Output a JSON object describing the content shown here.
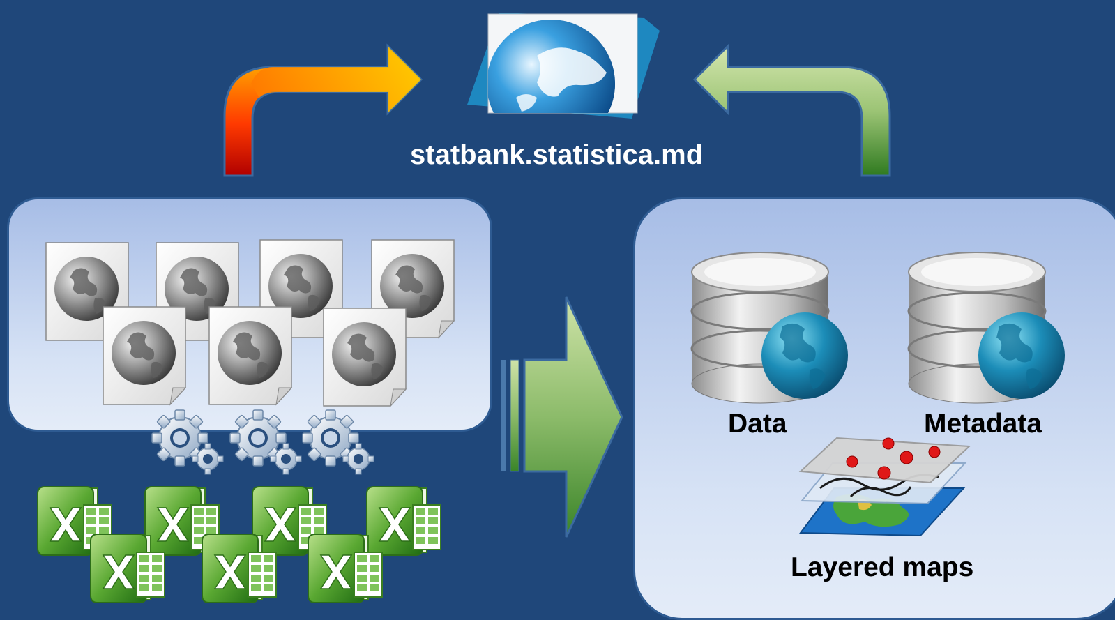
{
  "site": {
    "label": "statbank.statistica.md"
  },
  "repository": {
    "data_label": "Data",
    "metadata_label": "Metadata",
    "maps_label": "Layered maps"
  },
  "sources": {
    "document_count": 7,
    "spreadsheet_count": 7,
    "gear_count": 3
  },
  "colors": {
    "background": "#1f477a",
    "panel": "#c6d5f0",
    "left_arrow_top": "#ffc400",
    "left_arrow_bottom": "#b00000",
    "right_arrow_light": "#cfe3a8",
    "right_arrow_dark": "#2f7a20"
  },
  "icons": [
    "web-globe-page-icon",
    "globe-document-icon",
    "gear-icon",
    "excel-file-icon",
    "database-globe-icon",
    "layered-map-icon",
    "flow-arrow-icon"
  ]
}
